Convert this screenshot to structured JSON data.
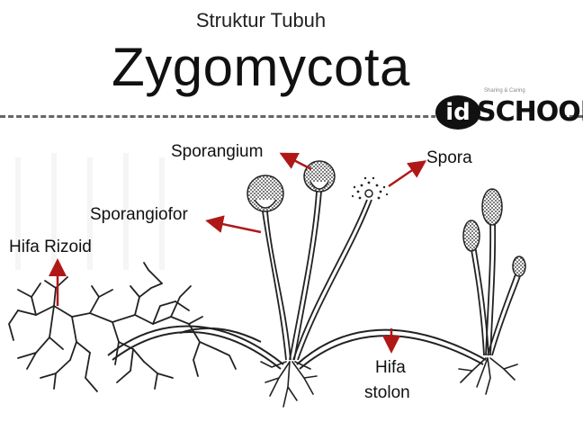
{
  "header": {
    "subtitle": "Struktur Tubuh",
    "title": "Zygomycota"
  },
  "logo": {
    "tagline": "Sharing & Caring",
    "id_text": "id",
    "school_text": "SCHOOL"
  },
  "labels": {
    "sporangium": "Sporangium",
    "spora": "Spora",
    "sporangiofor": "Sporangiofor",
    "hifa_rizoid": "Hifa Rizoid",
    "hifa_stolon_line1": "Hifa",
    "hifa_stolon_line2": "stolon"
  },
  "colors": {
    "arrow": "#b01818",
    "drawing": "#222222",
    "dashed": "#666666"
  }
}
